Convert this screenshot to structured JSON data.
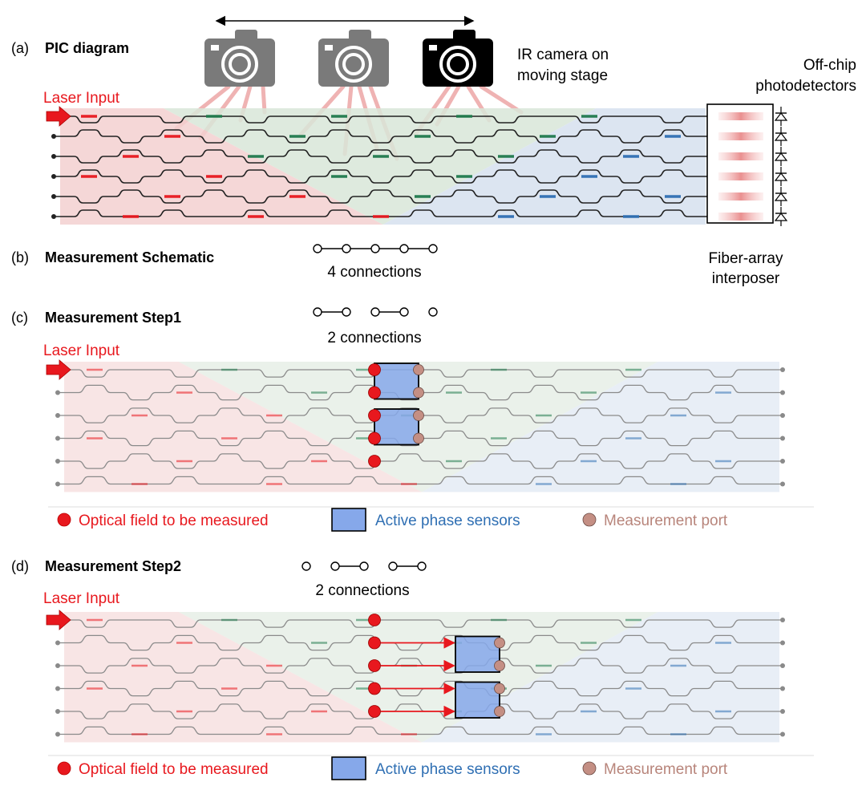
{
  "panel_a": {
    "letter": "(a)",
    "title": "PIC diagram",
    "camera_label": [
      "IR camera on",
      "moving stage"
    ],
    "laser_label": "Laser Input",
    "detector_label": [
      "Off-chip",
      "photodetectors"
    ],
    "interposer_label": [
      "Fiber-array",
      "interposer"
    ]
  },
  "panel_b": {
    "letter": "(b)",
    "title": "Measurement Schematic",
    "connections_label": "4 connections"
  },
  "panel_c": {
    "letter": "(c)",
    "title": "Measurement Step1",
    "connections_label": "2 connections",
    "laser_label": "Laser Input"
  },
  "panel_d": {
    "letter": "(d)",
    "title": "Measurement Step2",
    "connections_label": "2 connections",
    "laser_label": "Laser Input"
  },
  "legend": {
    "field": "Optical field to be measured",
    "sensor": "Active phase sensors",
    "port": "Measurement port"
  },
  "colors": {
    "red": "#e8181e",
    "blue": "#2f6fb3",
    "green": "#1f7a4d",
    "port": "#c48f84",
    "sensor_fill": "#86a8ea",
    "region_red": "#f3d0d0",
    "region_green": "#d8e6d8",
    "region_blue": "#d6e0ef"
  }
}
